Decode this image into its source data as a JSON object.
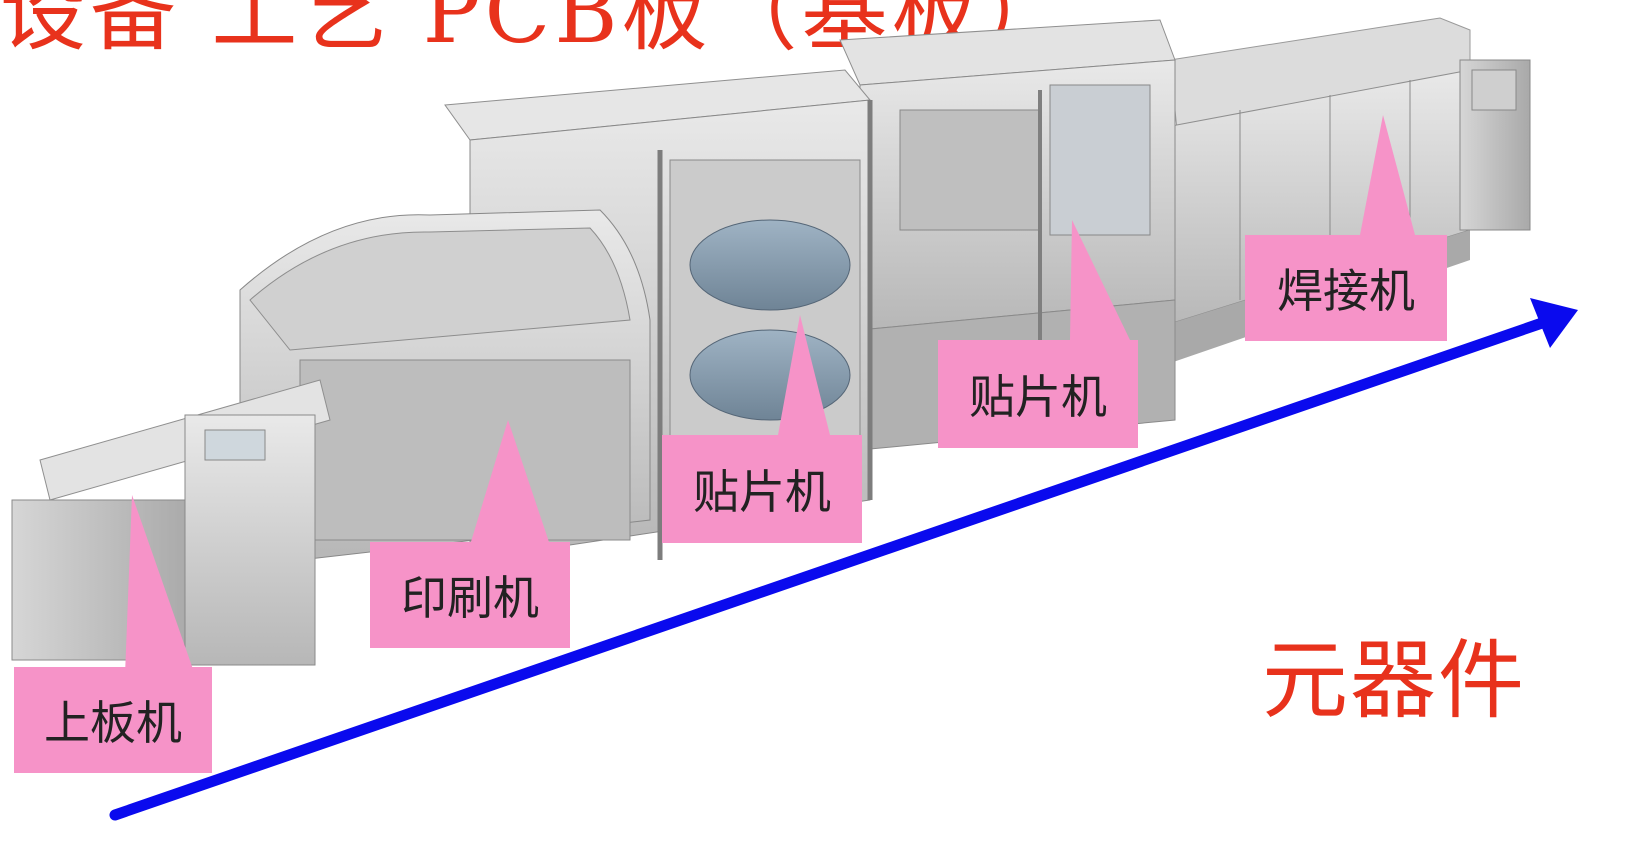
{
  "title": "设备  工艺    PCB板（基板）",
  "labels": {
    "loader": "上板机",
    "printer": "印刷机",
    "placer1": "贴片机",
    "placer2": "贴片机",
    "reflow": "焊接机"
  },
  "components": "元器件",
  "colors": {
    "label_bg": "#f693c8",
    "title": "#e8321c",
    "arrow": "#0a0aee"
  }
}
